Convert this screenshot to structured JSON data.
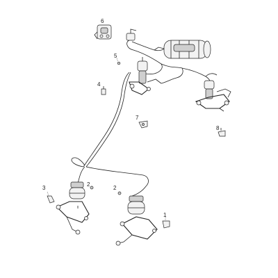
{
  "callouts": [
    {
      "id": "c1",
      "label": "1"
    },
    {
      "id": "c2a",
      "label": "2"
    },
    {
      "id": "c2b",
      "label": "2"
    },
    {
      "id": "c3",
      "label": "3"
    },
    {
      "id": "c4",
      "label": "4"
    },
    {
      "id": "c5",
      "label": "5"
    },
    {
      "id": "c6",
      "label": "6"
    },
    {
      "id": "c7",
      "label": "7"
    },
    {
      "id": "c8",
      "label": "8"
    }
  ]
}
